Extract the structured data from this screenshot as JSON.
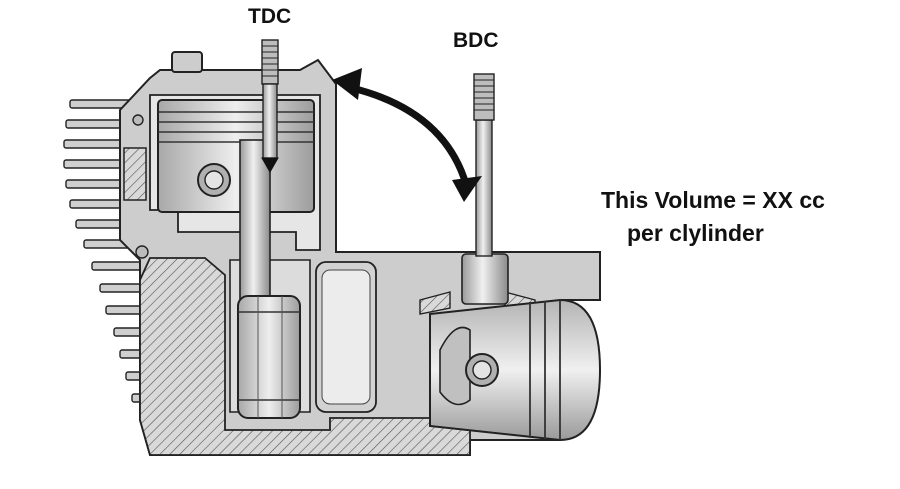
{
  "labels": {
    "tdc": "TDC",
    "bdc": "BDC",
    "volume_line1": "This Volume = XX cc",
    "volume_line2": "per clylinder"
  },
  "colors": {
    "metal": "#c8c8c8",
    "metal_light": "#e6e6e6",
    "metal_dark": "#8e8e8e",
    "outline": "#222222",
    "arrow": "#111111"
  }
}
